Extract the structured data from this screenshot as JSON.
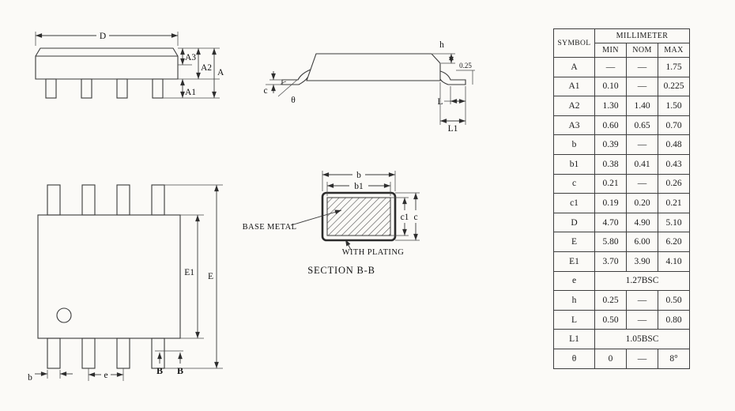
{
  "table": {
    "symbol_header": "SYMBOL",
    "unit_header": "MILLIMETER",
    "col_min": "MIN",
    "col_nom": "NOM",
    "col_max": "MAX",
    "rows": [
      {
        "symbol": "A",
        "min": "—",
        "nom": "—",
        "max": "1.75"
      },
      {
        "symbol": "A1",
        "min": "0.10",
        "nom": "—",
        "max": "0.225"
      },
      {
        "symbol": "A2",
        "min": "1.30",
        "nom": "1.40",
        "max": "1.50"
      },
      {
        "symbol": "A3",
        "min": "0.60",
        "nom": "0.65",
        "max": "0.70"
      },
      {
        "symbol": "b",
        "min": "0.39",
        "nom": "—",
        "max": "0.48"
      },
      {
        "symbol": "b1",
        "min": "0.38",
        "nom": "0.41",
        "max": "0.43"
      },
      {
        "symbol": "c",
        "min": "0.21",
        "nom": "—",
        "max": "0.26"
      },
      {
        "symbol": "c1",
        "min": "0.19",
        "nom": "0.20",
        "max": "0.21"
      },
      {
        "symbol": "D",
        "min": "4.70",
        "nom": "4.90",
        "max": "5.10"
      },
      {
        "symbol": "E",
        "min": "5.80",
        "nom": "6.00",
        "max": "6.20"
      },
      {
        "symbol": "E1",
        "min": "3.70",
        "nom": "3.90",
        "max": "4.10"
      },
      {
        "symbol": "e",
        "span": "1.27BSC"
      },
      {
        "symbol": "h",
        "min": "0.25",
        "nom": "—",
        "max": "0.50"
      },
      {
        "symbol": "L",
        "min": "0.50",
        "nom": "—",
        "max": "0.80"
      },
      {
        "symbol": "L1",
        "span": "1.05BSC"
      },
      {
        "symbol": "θ",
        "min": "0",
        "nom": "—",
        "max": "8°"
      }
    ]
  },
  "side_view": {
    "d": "D",
    "a3": "A3",
    "a2": "A2",
    "a": "A",
    "a1": "A1"
  },
  "end_view": {
    "h": "h",
    "gauge": "0.25",
    "c": "c",
    "theta": "θ",
    "l": "L",
    "l1": "L1"
  },
  "top_view": {
    "e1": "E1",
    "e": "E",
    "pitch": "e",
    "b": "b",
    "section_b_left": "B",
    "section_b_right": "B"
  },
  "section_view": {
    "b": "b",
    "b1": "b1",
    "c1": "c1",
    "c": "c",
    "base_metal": "BASE METAL",
    "with_plating": "WITH PLATING",
    "caption": "SECTION B-B"
  }
}
